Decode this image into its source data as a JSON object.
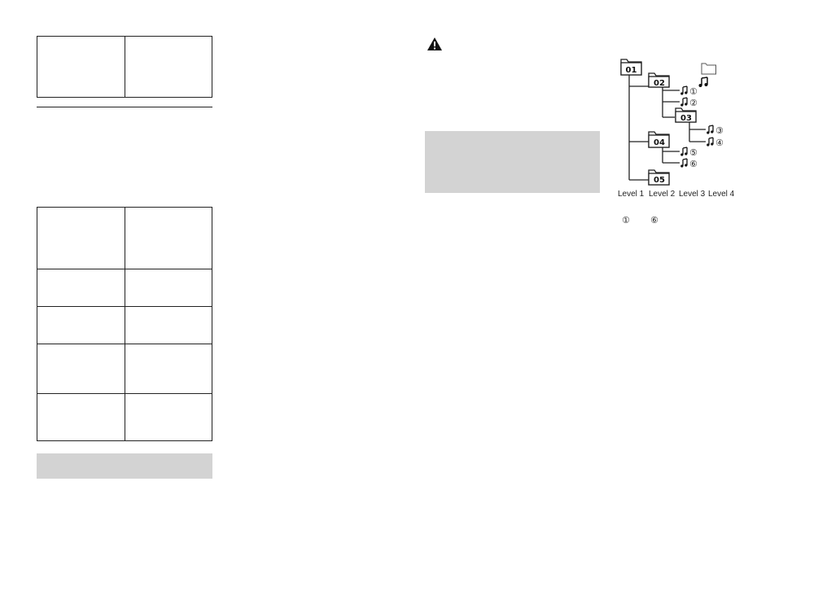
{
  "diagram": {
    "folders": [
      {
        "label": "01"
      },
      {
        "label": "02"
      },
      {
        "label": "03"
      },
      {
        "label": "04"
      },
      {
        "label": "05"
      }
    ],
    "files": [
      {
        "mark": "①"
      },
      {
        "mark": "②"
      },
      {
        "mark": "③"
      },
      {
        "mark": "④"
      },
      {
        "mark": "⑤"
      },
      {
        "mark": "⑥"
      }
    ],
    "levels": [
      "Level 1",
      "Level 2",
      "Level 3",
      "Level 4"
    ],
    "legend": {
      "range_start": "①",
      "range_end": "⑥"
    }
  },
  "icons": {
    "warning": "warning-triangle-icon",
    "folder": "folder-icon",
    "music": "music-note-icon"
  },
  "colors": {
    "grey_box": "#d3d3d3",
    "line": "#222222"
  }
}
